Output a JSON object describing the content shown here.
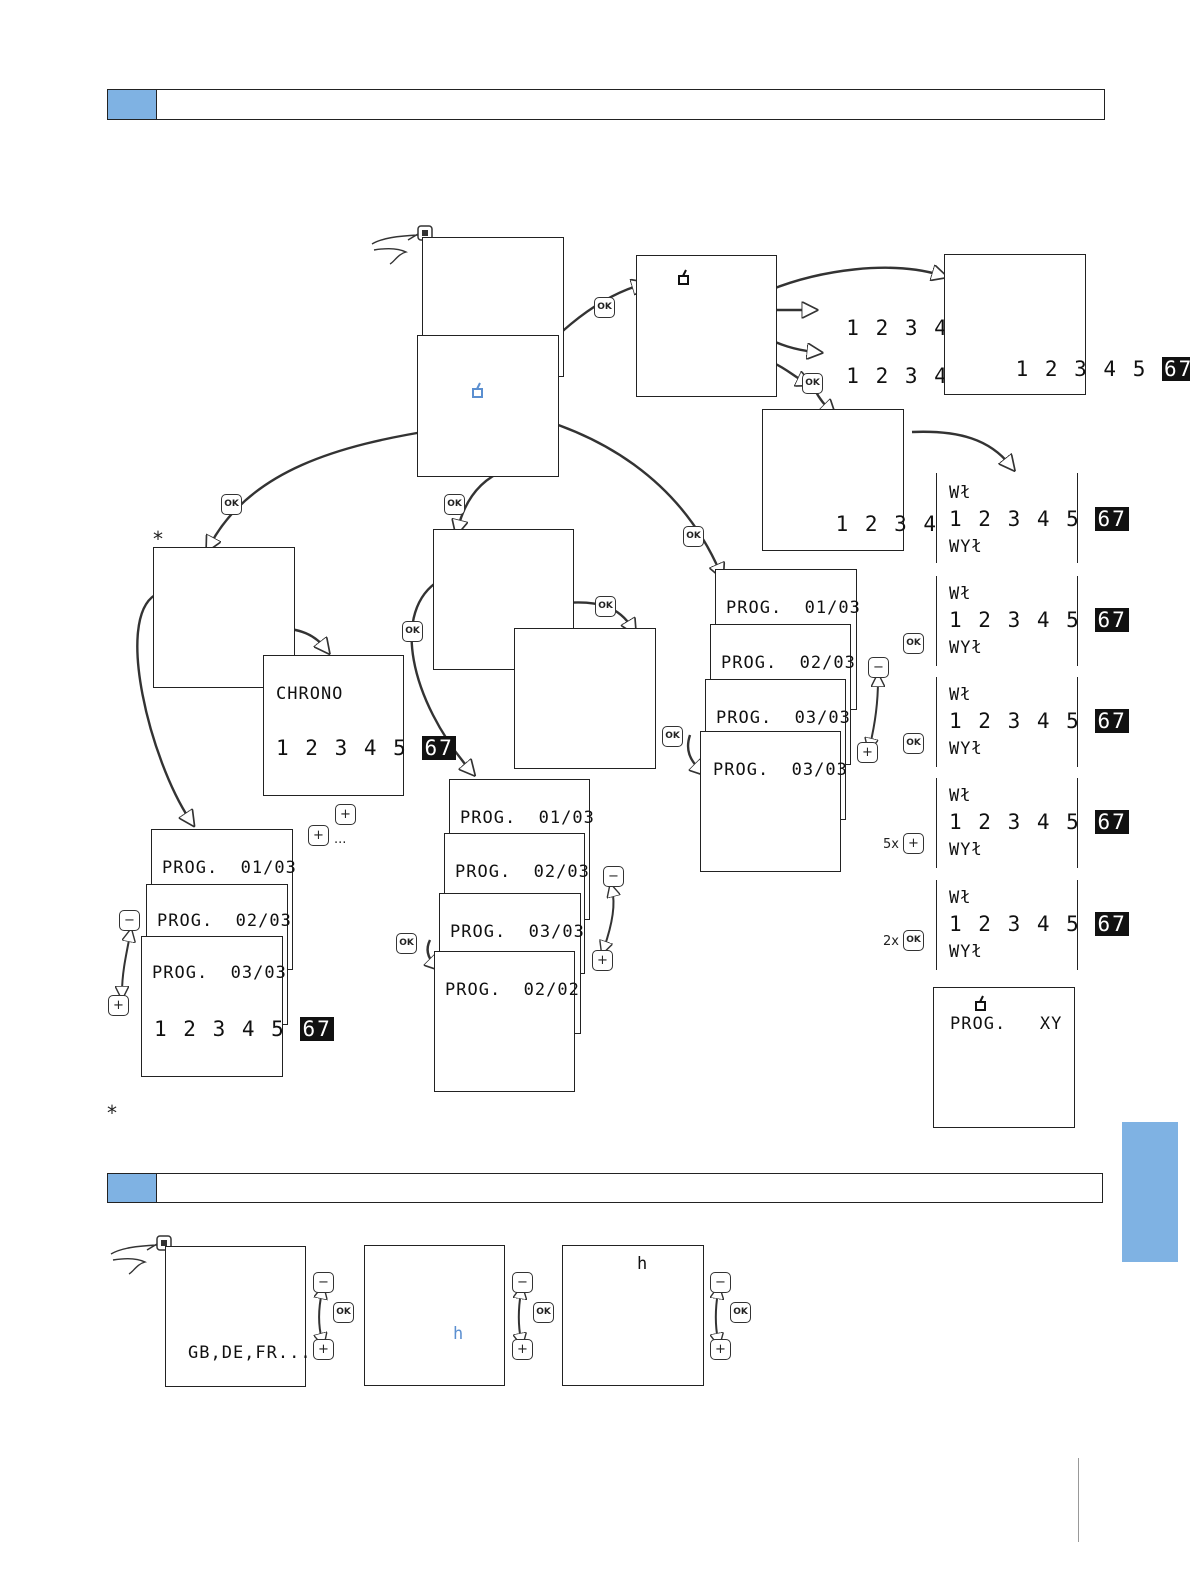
{
  "prog_labels": {
    "p0103": "PROG.  01/03",
    "p0203": "PROG.  02/03",
    "p0303": "PROG.  03/03",
    "p0202": "PROG.  02/02",
    "progxy": "PROG.   XY"
  },
  "chrono_label": "CHRONO",
  "days_text": "1234567",
  "days_plain": "1 2 3 4 5 ",
  "days_inv": "67",
  "wl_label": "Wł",
  "wyl_label": "WYł",
  "lang_text": "GB,DE,FR....",
  "hour_glyph": "h",
  "note_star": "*",
  "plus_dots": "...",
  "mult_5x": "5x",
  "mult_2x": "2x",
  "btn": {
    "ok": "OK",
    "plus": "+",
    "minus": "−"
  },
  "colors": {
    "accent": "#7fb2e3",
    "ink": "#111111",
    "cursor": "#5b8fd0"
  }
}
